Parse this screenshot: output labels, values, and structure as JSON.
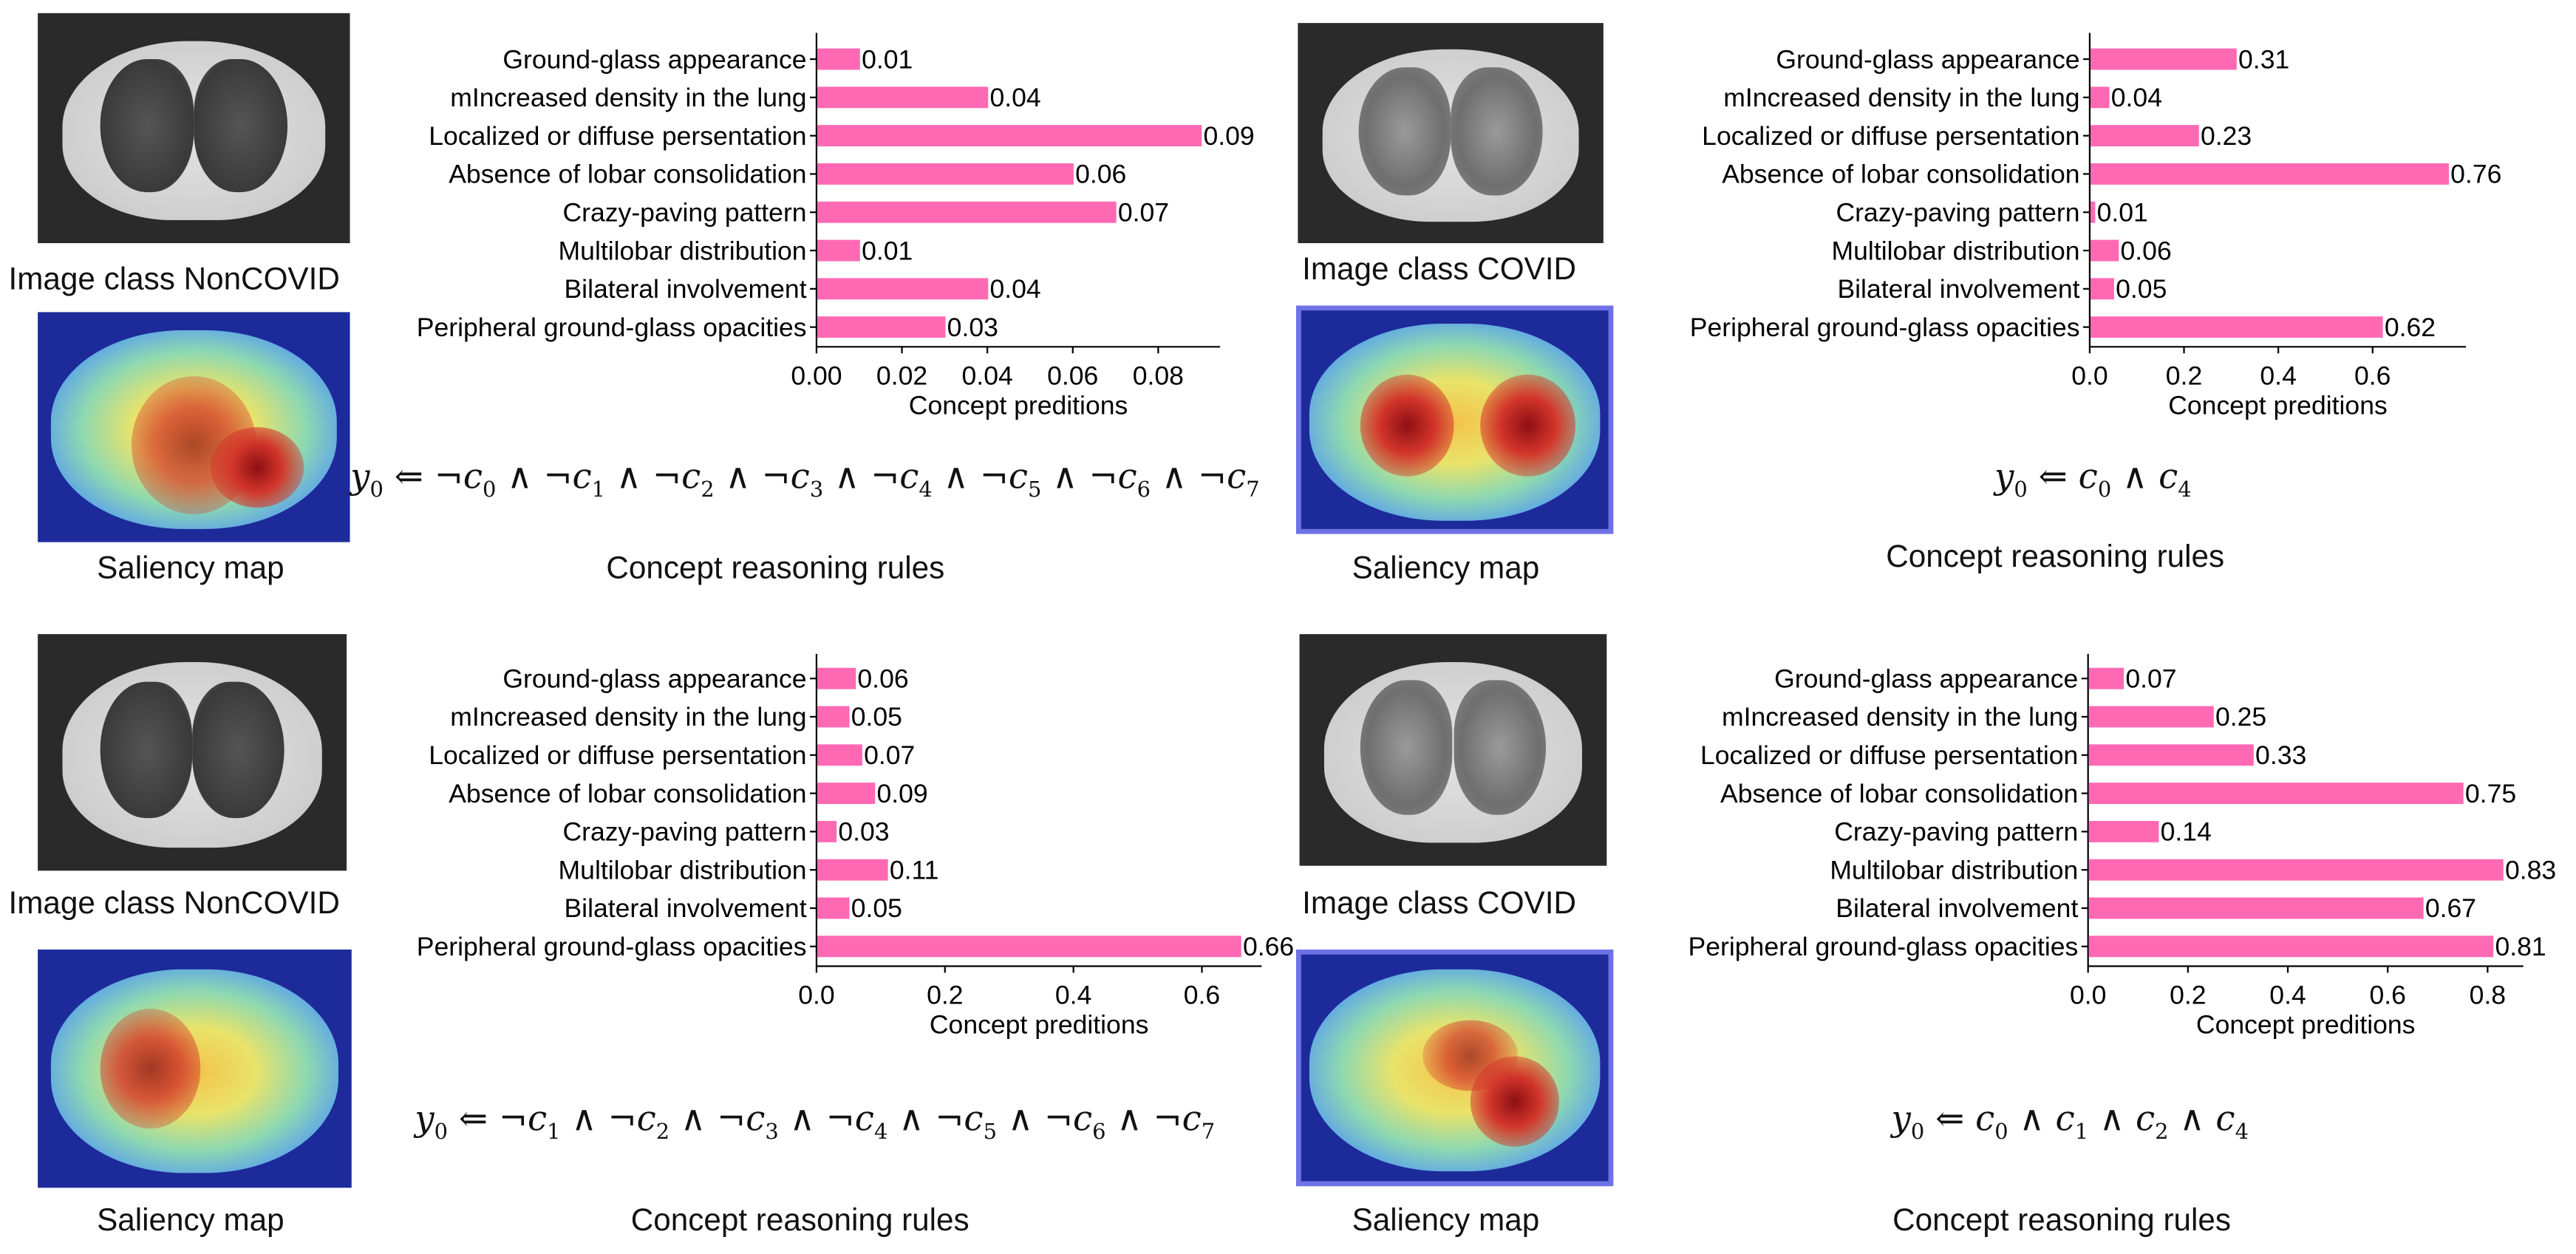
{
  "panels": [
    {
      "image_class": "Image class NonCOVID",
      "saliency_label": "Saliency map",
      "rules_label": "Concept reasoning rules",
      "rule": [
        {
          "t": "y",
          "s": "0"
        },
        {
          "op": "⇐"
        },
        {
          "neg": true,
          "t": "c",
          "s": "0"
        },
        {
          "op": "∧"
        },
        {
          "neg": true,
          "t": "c",
          "s": "1"
        },
        {
          "op": "∧"
        },
        {
          "neg": true,
          "t": "c",
          "s": "2"
        },
        {
          "op": "∧"
        },
        {
          "neg": true,
          "t": "c",
          "s": "3"
        },
        {
          "op": "∧"
        },
        {
          "neg": true,
          "t": "c",
          "s": "4"
        },
        {
          "op": "∧"
        },
        {
          "neg": true,
          "t": "c",
          "s": "5"
        },
        {
          "op": "∧"
        },
        {
          "neg": true,
          "t": "c",
          "s": "6"
        },
        {
          "op": "∧"
        },
        {
          "neg": true,
          "t": "c",
          "s": "7"
        }
      ]
    },
    {
      "image_class": "Image class COVID",
      "saliency_label": "Saliency map",
      "rules_label": "Concept reasoning rules",
      "rule": [
        {
          "t": "y",
          "s": "0"
        },
        {
          "op": "⇐"
        },
        {
          "t": "c",
          "s": "0"
        },
        {
          "op": "∧"
        },
        {
          "t": "c",
          "s": "4"
        }
      ]
    },
    {
      "image_class": "Image class NonCOVID",
      "saliency_label": "Saliency map",
      "rules_label": "Concept reasoning rules",
      "rule": [
        {
          "t": "y",
          "s": "0"
        },
        {
          "op": "⇐"
        },
        {
          "neg": true,
          "t": "c",
          "s": "1"
        },
        {
          "op": "∧"
        },
        {
          "neg": true,
          "t": "c",
          "s": "2"
        },
        {
          "op": "∧"
        },
        {
          "neg": true,
          "t": "c",
          "s": "3"
        },
        {
          "op": "∧"
        },
        {
          "neg": true,
          "t": "c",
          "s": "4"
        },
        {
          "op": "∧"
        },
        {
          "neg": true,
          "t": "c",
          "s": "5"
        },
        {
          "op": "∧"
        },
        {
          "neg": true,
          "t": "c",
          "s": "6"
        },
        {
          "op": "∧"
        },
        {
          "neg": true,
          "t": "c",
          "s": "7"
        }
      ]
    },
    {
      "image_class": "Image class COVID",
      "saliency_label": "Saliency map",
      "rules_label": "Concept reasoning rules",
      "rule": [
        {
          "t": "y",
          "s": "0"
        },
        {
          "op": "⇐"
        },
        {
          "t": "c",
          "s": "0"
        },
        {
          "op": "∧"
        },
        {
          "t": "c",
          "s": "1"
        },
        {
          "op": "∧"
        },
        {
          "t": "c",
          "s": "2"
        },
        {
          "op": "∧"
        },
        {
          "t": "c",
          "s": "4"
        }
      ]
    }
  ],
  "chart_data": [
    {
      "type": "bar",
      "orientation": "horizontal",
      "categories": [
        "Ground-glass appearance",
        "mIncreased density in the lung",
        "Localized or diffuse persentation",
        "Absence of lobar consolidation",
        "Crazy-paving pattern",
        "Multilobar distribution",
        "Bilateral involvement",
        "Peripheral ground-glass opacities"
      ],
      "values": [
        0.01,
        0.04,
        0.09,
        0.06,
        0.07,
        0.01,
        0.04,
        0.03
      ],
      "xticks": [
        "0.00",
        "0.02",
        "0.04",
        "0.06",
        "0.08"
      ],
      "xlim": [
        0,
        0.0945
      ],
      "xlabel": "Concept preditions",
      "bar_color": "#ff69b4",
      "grid": false
    },
    {
      "type": "bar",
      "orientation": "horizontal",
      "categories": [
        "Ground-glass appearance",
        "mIncreased density in the lung",
        "Localized or diffuse persentation",
        "Absence of lobar consolidation",
        "Crazy-paving pattern",
        "Multilobar distribution",
        "Bilateral involvement",
        "Peripheral ground-glass opacities"
      ],
      "values": [
        0.31,
        0.04,
        0.23,
        0.76,
        0.01,
        0.06,
        0.05,
        0.62
      ],
      "xticks": [
        "0.0",
        "0.2",
        "0.4",
        "0.6"
      ],
      "xlim": [
        0,
        0.798
      ],
      "xlabel": "Concept preditions",
      "bar_color": "#ff69b4",
      "grid": false
    },
    {
      "type": "bar",
      "orientation": "horizontal",
      "categories": [
        "Ground-glass appearance",
        "mIncreased density in the lung",
        "Localized or diffuse persentation",
        "Absence of lobar consolidation",
        "Crazy-paving pattern",
        "Multilobar distribution",
        "Bilateral involvement",
        "Peripheral ground-glass opacities"
      ],
      "values": [
        0.06,
        0.05,
        0.07,
        0.09,
        0.03,
        0.11,
        0.05,
        0.66
      ],
      "xticks": [
        "0.0",
        "0.2",
        "0.4",
        "0.6"
      ],
      "xlim": [
        0,
        0.693
      ],
      "xlabel": "Concept preditions",
      "bar_color": "#ff69b4",
      "grid": false
    },
    {
      "type": "bar",
      "orientation": "horizontal",
      "categories": [
        "Ground-glass appearance",
        "mIncreased density in the lung",
        "Localized or diffuse persentation",
        "Absence of lobar consolidation",
        "Crazy-paving pattern",
        "Multilobar distribution",
        "Bilateral involvement",
        "Peripheral ground-glass opacities"
      ],
      "values": [
        0.07,
        0.25,
        0.33,
        0.75,
        0.14,
        0.83,
        0.67,
        0.81
      ],
      "xticks": [
        "0.0",
        "0.2",
        "0.4",
        "0.6",
        "0.8"
      ],
      "xlim": [
        0,
        0.8715
      ],
      "xlabel": "Concept preditions",
      "bar_color": "#ff69b4",
      "grid": false
    }
  ]
}
